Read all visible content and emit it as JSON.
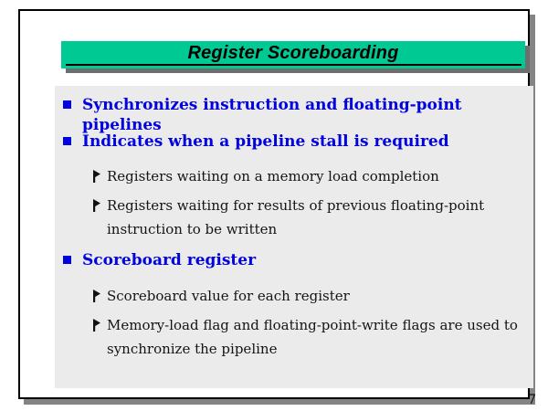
{
  "slide": {
    "title": "Register Scoreboarding",
    "page_number": "7",
    "colors": {
      "banner_green": "#00C994",
      "banner_shadow": "#6E6E6E",
      "frame_shadow": "#848484",
      "content_background": "#EBEBEB",
      "bullet_blue": "#0000E0",
      "body_text": "#141414"
    },
    "content": {
      "bullets": [
        {
          "level": 1,
          "text": "Synchronizes instruction and floating-point pipelines"
        },
        {
          "level": 1,
          "text": "Indicates when a pipeline stall is required"
        },
        {
          "level": 2,
          "text": "Registers waiting on a memory load completion"
        },
        {
          "level": 2,
          "text": "Registers waiting for results of previous floating-point instruction to be written"
        },
        {
          "level": 1,
          "text": "Scoreboard register"
        },
        {
          "level": 2,
          "text": "Scoreboard value for each register"
        },
        {
          "level": 2,
          "text": "Memory-load flag and floating-point-write flags are used to synchronize the pipeline"
        }
      ]
    }
  }
}
